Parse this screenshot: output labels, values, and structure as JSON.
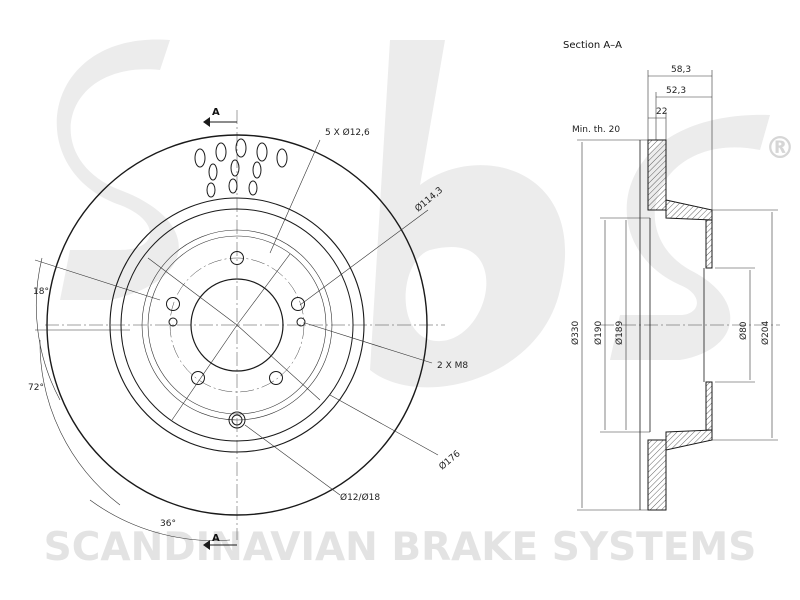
{
  "watermark": {
    "logo_text": "sbs",
    "registered_mark": "®",
    "company": "SCANDINAVIAN BRAKE SYSTEMS"
  },
  "section_title": "Section A–A",
  "section_markers": {
    "top": "A",
    "bottom": "A"
  },
  "front_view_labels": {
    "bolt_holes": "5 X Ø12,6",
    "pcd": "Ø114,3",
    "threads": "2 X M8",
    "hub_diameter": "Ø176",
    "holes_diameter": "Ø12/Ø18",
    "angle_18": "18°",
    "angle_72": "72°",
    "angle_36": "36°"
  },
  "section_view_labels": {
    "width_total": "58,3",
    "width_hat": "52,3",
    "thickness": "22",
    "min_thickness": "Min. th. 20",
    "outer_diameter": "Ø330",
    "d190": "Ø190",
    "d189": "Ø189",
    "center_bore": "Ø80",
    "d204": "Ø204"
  },
  "colors": {
    "line": "#1a1a1a",
    "watermark": "#e6e6e6",
    "background": "#ffffff"
  }
}
